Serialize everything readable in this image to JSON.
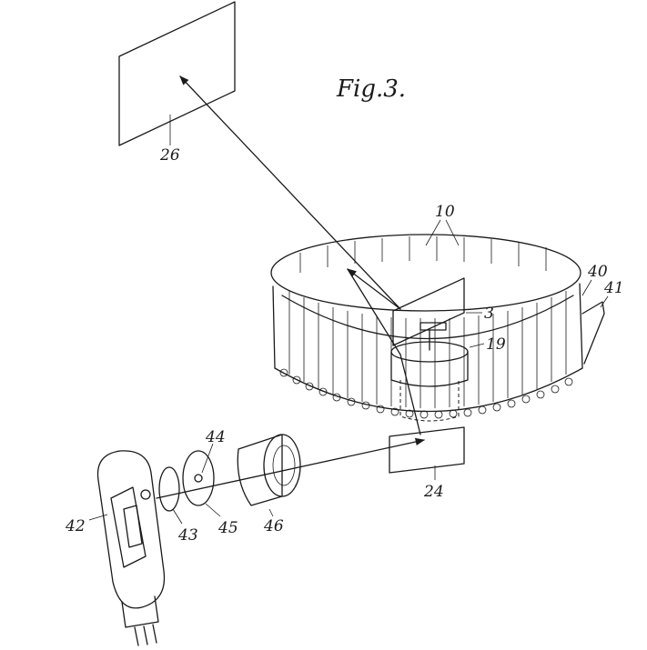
{
  "figure": {
    "title": "Fig.3."
  },
  "labels": {
    "screen": "26",
    "drum_mirrors": "10",
    "band": "40",
    "band_edge": "41",
    "mirror": "3",
    "motor": "19",
    "prism": "24",
    "lamp": "42",
    "lens_small": "43",
    "aperture": "44",
    "disc": "45",
    "objective": "46"
  }
}
